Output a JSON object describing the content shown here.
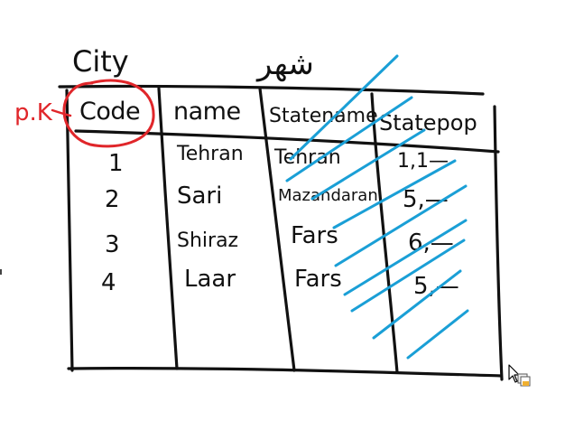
{
  "table": {
    "name": "City",
    "persian_name": "شهر",
    "pk_label": "p.K",
    "columns": [
      "Code",
      "name",
      "Statename",
      "Statepop"
    ],
    "rows": [
      [
        "1",
        "Tehran",
        "Tehran",
        "1,1—"
      ],
      [
        "2",
        "Sari",
        "Mazandaran",
        "5,—"
      ],
      [
        "3",
        "Shiraz",
        "Fars",
        "6,—"
      ],
      [
        "4",
        "Laar",
        "Fars",
        "5,—"
      ]
    ]
  },
  "colors": {
    "ink": "#111111",
    "pk_highlight": "#e0262a",
    "strike": "#1a9fd6"
  },
  "icons": [
    "mouse-cursor-icon",
    "copy-drag-icon"
  ]
}
